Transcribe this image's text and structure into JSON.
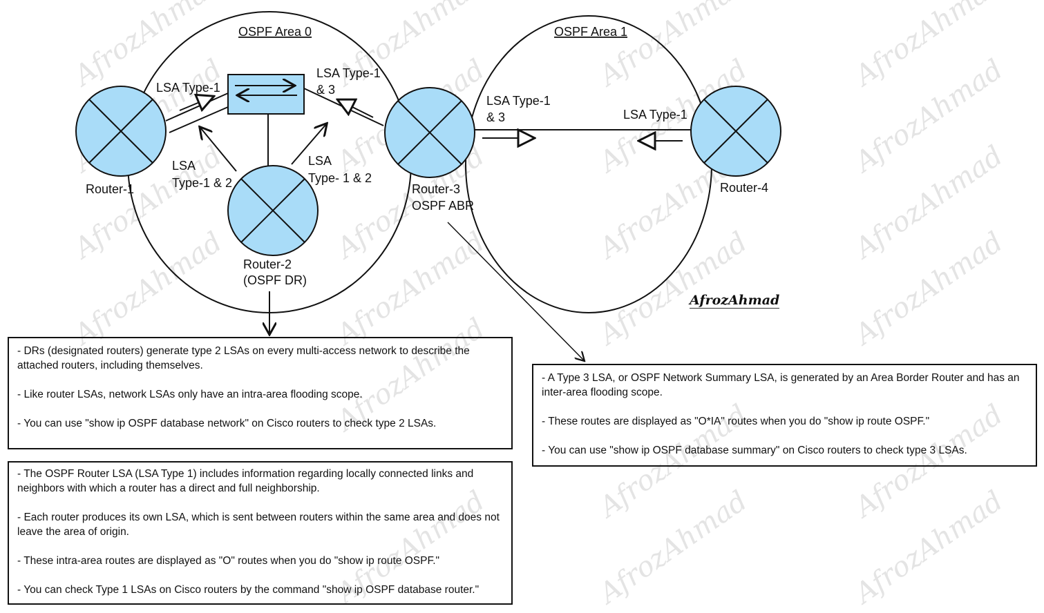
{
  "watermark": "AfrozAhmad",
  "signature": "AfrozAhmad",
  "colors": {
    "router_fill": "#a9dcf8",
    "stroke": "#111111",
    "watermark": "#e4e4e4"
  },
  "areas": [
    {
      "label": "OSPF Area 0"
    },
    {
      "label": "OSPF Area 1"
    }
  ],
  "routers": [
    {
      "label": "Router-1"
    },
    {
      "label": "Router-2",
      "sublabel": "(OSPF DR)"
    },
    {
      "label": "Router-3",
      "sublabel": "OSPF ABR"
    },
    {
      "label": "Router-4"
    }
  ],
  "links": {
    "r1_switch": "LSA Type-1",
    "r3_switch_1": "LSA Type-1",
    "r3_switch_2": "& 3",
    "r2_left_1": "LSA",
    "r2_left_2": "Type-1 & 2",
    "r2_right_1": "LSA",
    "r2_right_2": "Type- 1 & 2",
    "r3_r4_left_1": "LSA Type-1",
    "r3_r4_left_2": "& 3",
    "r4_r3": "LSA Type-1"
  },
  "notes": {
    "type2": [
      "- DRs (designated routers) generate type 2 LSAs on every multi-access network to describe the attached routers, including themselves.",
      "- Like router LSAs, network LSAs only have an intra-area flooding scope.",
      "- You can use \"show ip OSPF database network\" on Cisco routers to check type 2 LSAs."
    ],
    "type1": [
      "- The OSPF Router LSA (LSA Type 1) includes information regarding locally connected links and neighbors with which a router has a direct and full neighborship.",
      "- Each router produces its own LSA, which is sent between routers within the same area and does not leave the area of origin.",
      "- These intra-area routes are displayed as \"O\" routes when you do \"show ip route OSPF.\"",
      "- You can check Type 1 LSAs on Cisco routers by the command \"show ip OSPF database router.\""
    ],
    "type3": [
      "- A Type 3 LSA, or OSPF Network Summary LSA, is generated by an Area Border Router and has an inter-area flooding scope.",
      "- These routes are displayed as \"O*IA\" routes when you do \"show ip route OSPF.\"",
      "- You can use \"show ip OSPF database summary\" on Cisco routers to check type 3 LSAs."
    ]
  }
}
